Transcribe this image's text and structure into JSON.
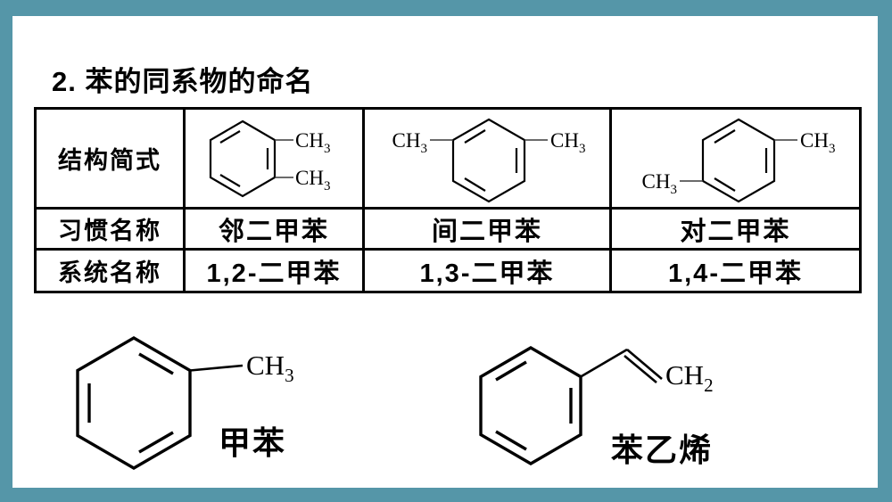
{
  "page": {
    "background_color": "#ffffff",
    "frame_color": "#5596A8"
  },
  "title": "2. 苯的同系物的命名",
  "table": {
    "row_headers": [
      "结构简式",
      "习惯名称",
      "系统名称"
    ],
    "columns": [
      {
        "structure": "o-xylene",
        "common_name": "邻二甲苯",
        "common_underlined": true,
        "systematic_name": "1,2-二甲苯",
        "systematic_underlined": false
      },
      {
        "structure": "m-xylene",
        "common_name": "间二甲苯",
        "common_underlined": false,
        "systematic_name": "1,3-二甲苯",
        "systematic_underlined": true
      },
      {
        "structure": "p-xylene",
        "common_name": "对二甲苯",
        "common_underlined": false,
        "systematic_name": "1,4-二甲苯",
        "systematic_underlined": false
      }
    ]
  },
  "labels": {
    "ch3": {
      "base": "CH",
      "sub": "3"
    },
    "ch2": {
      "base": "CH",
      "sub": "2"
    }
  },
  "molecules": [
    {
      "structure": "toluene",
      "name": "甲苯"
    },
    {
      "structure": "styrene",
      "name": "苯乙烯"
    }
  ]
}
